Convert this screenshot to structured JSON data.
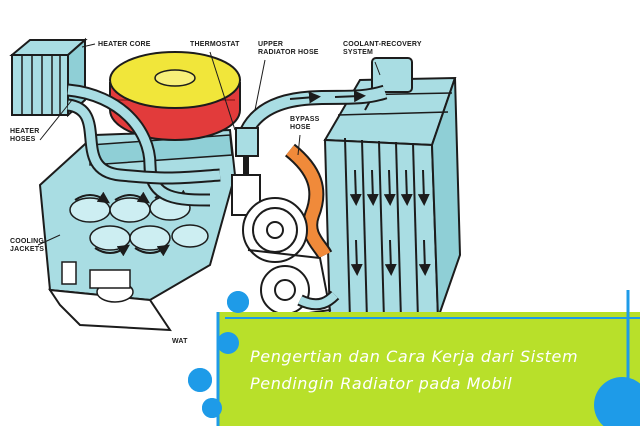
{
  "diagram": {
    "labels": {
      "heater_core": "HEATER CORE",
      "thermostat": "THERMOSTAT",
      "upper_radiator_hose_1": "UPPER",
      "upper_radiator_hose_2": "RADIATOR HOSE",
      "coolant_recovery_1": "COOLANT-RECOVERY",
      "coolant_recovery_2": "SYSTEM",
      "bypass_hose_1": "BYPASS",
      "bypass_hose_2": "HOSE",
      "heater_hoses_1": "HEATER",
      "heater_hoses_2": "HOSES",
      "cooling_jackets_1": "COOLING",
      "cooling_jackets_2": "JACKETS",
      "water_pump_partial": "WAT"
    },
    "colors": {
      "coolant": "#a9dde3",
      "air_cleaner_top": "#f1e63a",
      "air_cleaner_body": "#e23b3b",
      "bypass_hose": "#f08a3a",
      "outline": "#1c1c1c",
      "accent_blue": "#1e9be8",
      "banner": "#b8e02a"
    }
  },
  "banner": {
    "title_line1": "Pengertian dan Cara Kerja dari Sistem",
    "title_line2": "Pendingin Radiator pada Mobil"
  }
}
